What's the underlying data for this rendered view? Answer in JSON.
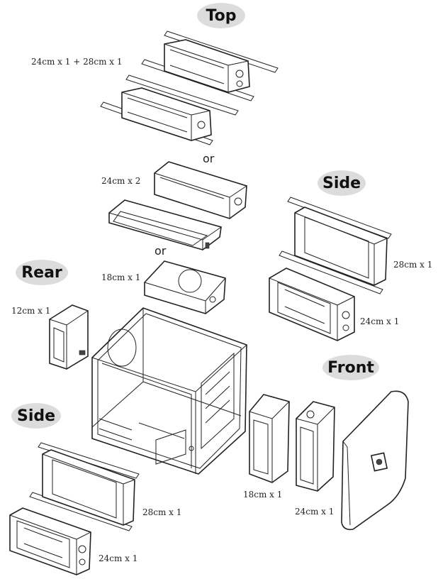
{
  "sections": {
    "top": "Top",
    "side_upper": "Side",
    "rear": "Rear",
    "side_lower": "Side",
    "front": "Front"
  },
  "connectors": {
    "or_1": "or",
    "or_2": "or"
  },
  "labels": {
    "top_combo": "24cm x 1 + 28cm x 1",
    "top_24x2": "24cm x 2",
    "top_18": "18cm x 1",
    "rear_12": "12cm x 1",
    "side_upper_28": "28cm x 1",
    "side_upper_24": "24cm x 1",
    "front_18": "18cm x 1",
    "front_24": "24cm x 1",
    "side_lower_28": "28cm x 1",
    "side_lower_24": "24cm x 1"
  }
}
